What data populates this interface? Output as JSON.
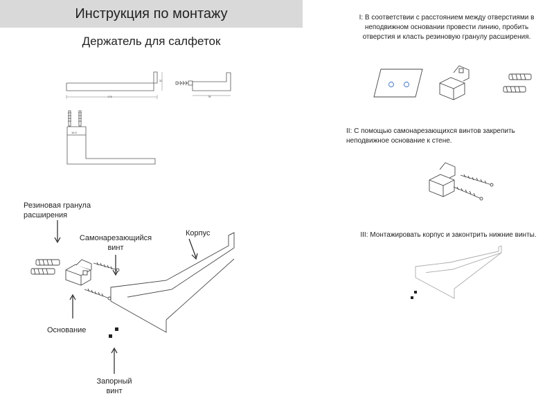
{
  "header": {
    "title": "Инструкция по монтажу"
  },
  "subtitle": "Держатель для салфеток",
  "drawing": {
    "dim_length": "176",
    "dim_height": "32",
    "dim_depth": "78",
    "dim_spacing": "16.5"
  },
  "labels": {
    "rubber_plug_line1": "Резиновая гранула",
    "rubber_plug_line2": "расширения",
    "screw_line1": "Самонарезающийся",
    "screw_line2": "винт",
    "body": "Корпус",
    "base": "Основание",
    "lock_screw_line1": "Запорный",
    "lock_screw_line2": "винт"
  },
  "steps": {
    "step1_line1": "I: В соответствии с расстоянием между отверстиями в",
    "step1_line2": "неподвижном основании провести линию, пробить",
    "step1_line3": "отверстия и класть резиновую гранулу расширения.",
    "step2_line1": "II: С помощью самонарезающихся винтов закрепить",
    "step2_line2": "неподвижное основание к стене.",
    "step3": "III: Монтажировать корпус и законтрить нижние винты."
  }
}
